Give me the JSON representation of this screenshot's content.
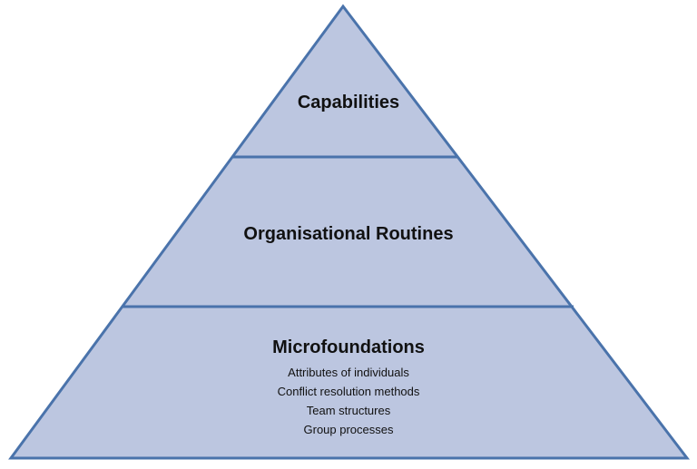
{
  "colors": {
    "fill": "#bcc6e0",
    "stroke": "#4a73ab",
    "text": "#111111"
  },
  "tiers": [
    {
      "label": "Capabilities"
    },
    {
      "label": "Organisational Routines"
    },
    {
      "label": "Microfoundations",
      "details": [
        "Attributes of individuals",
        "Conflict resolution methods",
        "Team structures",
        "Group processes"
      ]
    }
  ]
}
